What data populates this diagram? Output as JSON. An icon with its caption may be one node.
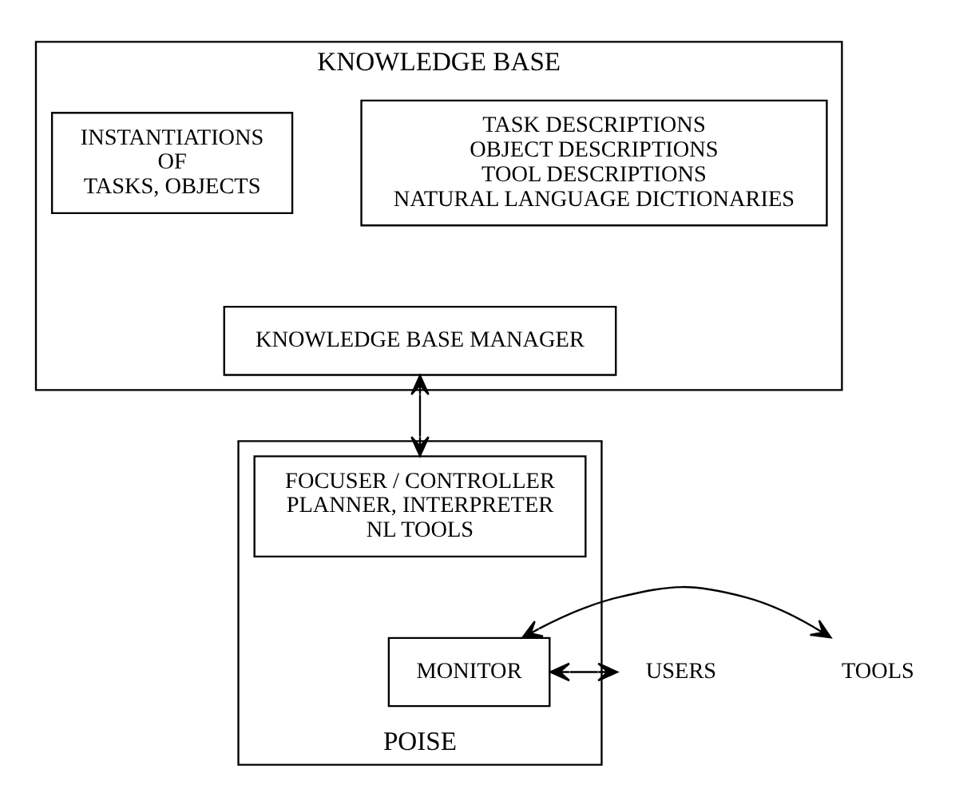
{
  "diagram": {
    "nodes": [
      {
        "text": [
          "KNOWLEDGE BASE"
        ]
      },
      {
        "text": [
          "TASK DESCRIPTIONS",
          "OBJECT DESCRIPTIONS",
          "TOOL DESCRIPTIONS",
          "NATURAL LANGUAGE DICTIONARIES"
        ],
        "in": 0
      },
      {
        "text": [
          "INSTANTIATIONS",
          "OF",
          "TASKS, OBJECTS"
        ],
        "in": 0
      },
      {
        "text": [
          "KNOWLEDGE BASE MANAGER"
        ],
        "in": 0
      },
      {
        "text": [
          "POISE"
        ]
      },
      {
        "text": [
          "FOCUSER / CONTROLLER",
          "PLANNER, INTERPRETER",
          "NL TOOLS"
        ],
        "in": 4
      },
      {
        "text": [
          "MONITOR"
        ],
        "in": 4
      },
      {
        "text": [
          "USERS"
        ]
      },
      {
        "text": [
          "TOOLS"
        ]
      }
    ],
    "edges": [
      {
        "from": 3,
        "to": 5,
        "arrow": "both"
      },
      {
        "from": 7,
        "to": 6,
        "arrow": "both"
      },
      {
        "from": 6,
        "to": 8,
        "arrow": "both"
      }
    ]
  }
}
